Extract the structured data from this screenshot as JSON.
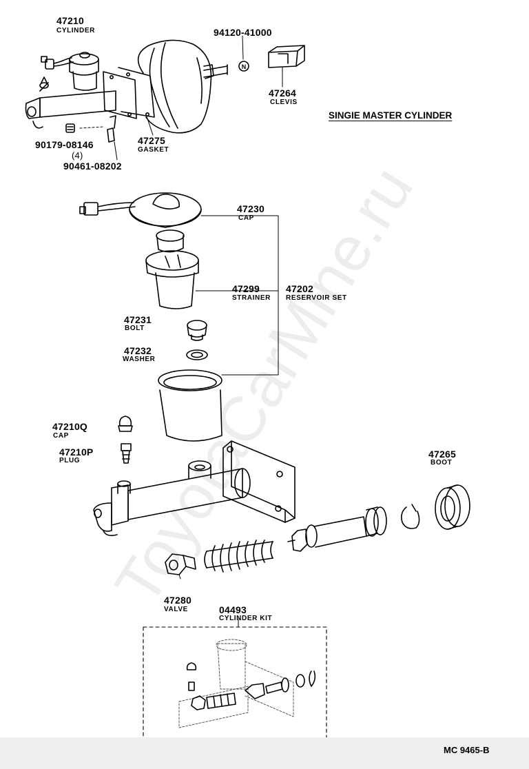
{
  "title": "SINGIE MASTER CYLINDER",
  "diagram_code": "MC 9465-B",
  "watermark": "ToyotaCarMine.ru",
  "parts": {
    "p47210": {
      "number": "47210",
      "name": "CYLINDER"
    },
    "p94120": {
      "number": "94120-41000",
      "symbol": "N"
    },
    "p47264": {
      "number": "47264",
      "name": "CLEVIS"
    },
    "p90179": {
      "number": "90179-08146",
      "qty": "(4)"
    },
    "p47275": {
      "number": "47275",
      "name": "GASKET"
    },
    "p90461": {
      "number": "90461-08202"
    },
    "p47230": {
      "number": "47230",
      "name": "CAP"
    },
    "p47299": {
      "number": "47299",
      "name": "STRAINER"
    },
    "p47202": {
      "number": "47202",
      "name": "RESERVOIR SET"
    },
    "p47231": {
      "number": "47231",
      "name": "BOLT"
    },
    "p47232": {
      "number": "47232",
      "name": "WASHER"
    },
    "p47210Q": {
      "number": "47210Q",
      "name": "CAP"
    },
    "p47210P": {
      "number": "47210P",
      "name": "PLUG"
    },
    "p47265": {
      "number": "47265",
      "name": "BOOT"
    },
    "p47280": {
      "number": "47280",
      "name": "VALVE"
    },
    "p04493": {
      "number": "04493",
      "name": "CYLINDER KIT"
    }
  }
}
